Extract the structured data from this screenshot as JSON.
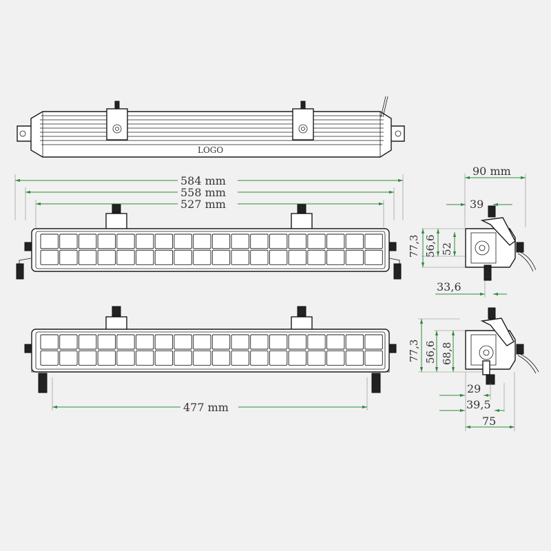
{
  "drawing": {
    "top_view": {
      "logo_text": "LOGO"
    },
    "front_view_1": {
      "dim_584": "584 mm",
      "dim_558": "558 mm",
      "dim_527": "527 mm"
    },
    "front_view_2": {
      "dim_477": "477 mm"
    },
    "side_view_1": {
      "dim_90": "90 mm",
      "dim_39": "39",
      "dim_77_3": "77,3",
      "dim_56_6": "56,6",
      "dim_52": "52",
      "dim_33_6": "33,6"
    },
    "side_view_2": {
      "dim_77_3": "77,3",
      "dim_56_6": "56,6",
      "dim_68_8": "68,8",
      "dim_29": "29",
      "dim_39_5": "39,5",
      "dim_75": "75"
    }
  },
  "colors": {
    "dimension": "#2e8b3a",
    "outline": "#1a1a1a",
    "background": "#f1f1f1"
  }
}
